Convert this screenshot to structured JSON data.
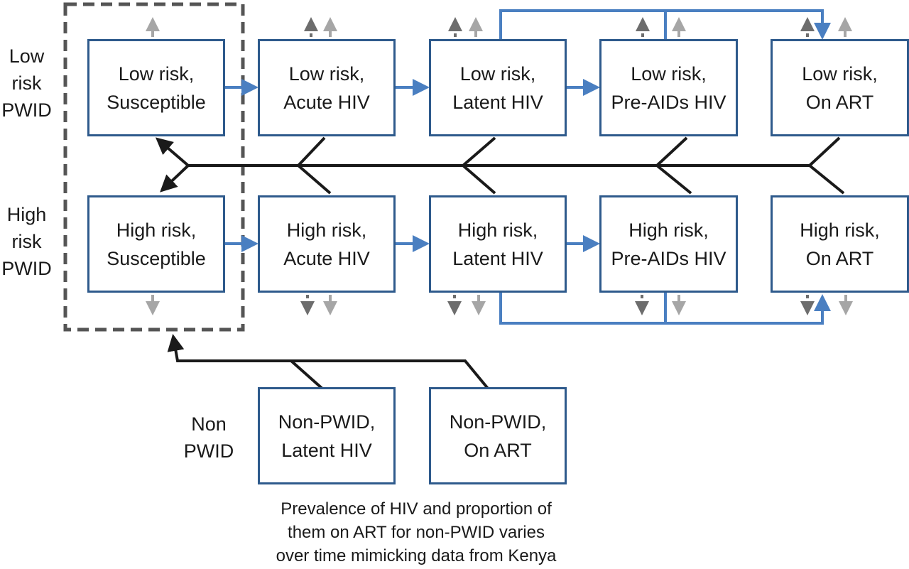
{
  "row_labels": {
    "low": [
      "Low",
      "risk",
      "PWID"
    ],
    "high": [
      "High",
      "risk",
      "PWID"
    ],
    "non": [
      "Non",
      "PWID"
    ]
  },
  "low_risk_boxes": [
    {
      "l1": "Low risk,",
      "l2": "Susceptible"
    },
    {
      "l1": "Low risk,",
      "l2": "Acute HIV"
    },
    {
      "l1": "Low risk,",
      "l2": "Latent HIV"
    },
    {
      "l1": "Low risk,",
      "l2": "Pre-AIDs HIV"
    },
    {
      "l1": "Low risk,",
      "l2": "On ART"
    }
  ],
  "high_risk_boxes": [
    {
      "l1": "High risk,",
      "l2": "Susceptible"
    },
    {
      "l1": "High risk,",
      "l2": "Acute HIV"
    },
    {
      "l1": "High risk,",
      "l2": "Latent HIV"
    },
    {
      "l1": "High risk,",
      "l2": "Pre-AIDs HIV"
    },
    {
      "l1": "High risk,",
      "l2": "On ART"
    }
  ],
  "non_pwid_boxes": [
    {
      "l1": "Non-PWID,",
      "l2": "Latent HIV"
    },
    {
      "l1": "Non-PWID,",
      "l2": "On ART"
    }
  ],
  "caption": {
    "line1": "Prevalence of HIV and proportion of",
    "line2": "them on ART for non-PWID varies",
    "line3": "over time mimicking data from Kenya"
  },
  "colors": {
    "box_border": "#2e5a8c",
    "progression_arrow": "#4a7fc1",
    "mixing_line": "#1a1a1a",
    "dashed_border": "#555555",
    "entry_exit_light": "#a6a6a6",
    "entry_exit_dark": "#6d6d6d"
  }
}
